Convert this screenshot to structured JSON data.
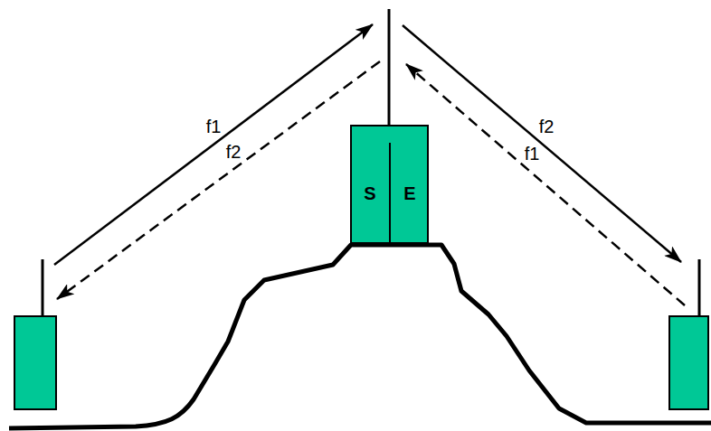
{
  "diagram": {
    "nodes": [
      {
        "text": [
          "S",
          "E"
        ]
      }
    ],
    "labels": [
      "f1",
      "f2",
      "f2",
      "f1"
    ]
  }
}
